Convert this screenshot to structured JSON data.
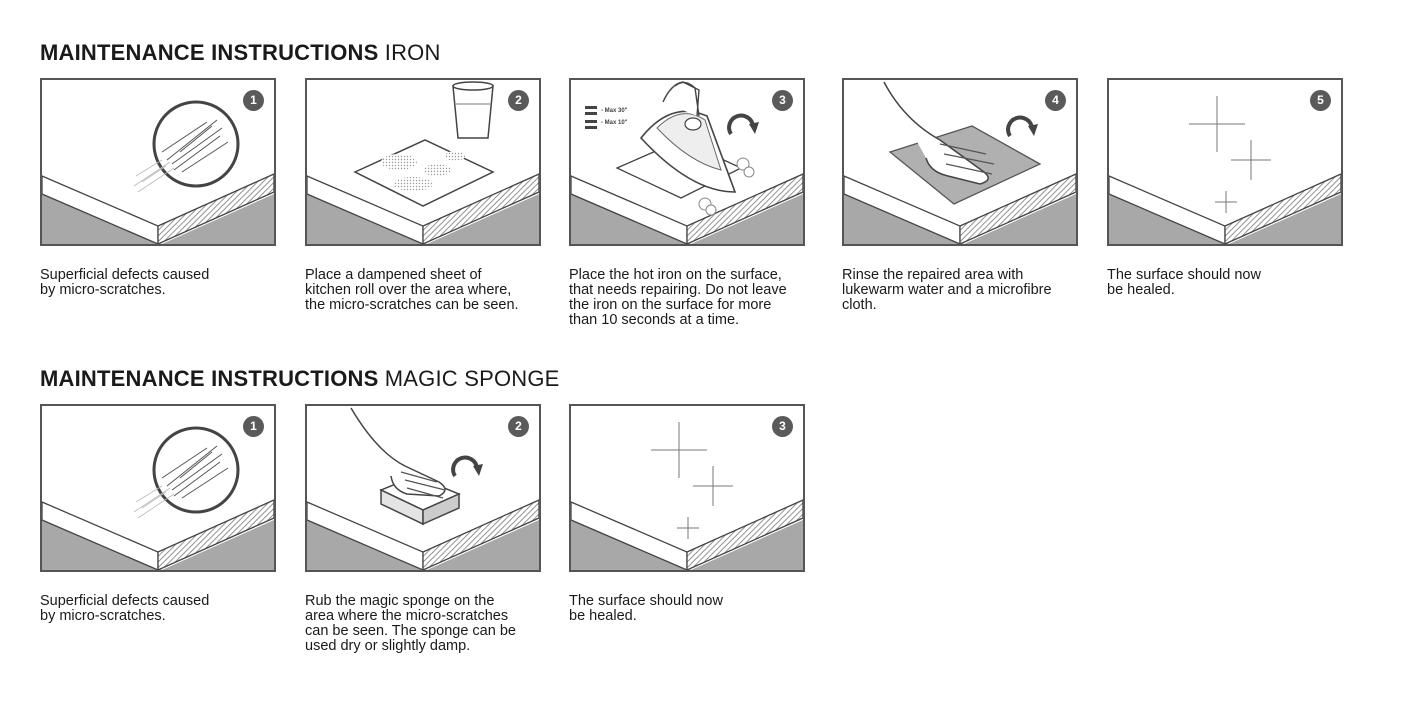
{
  "iron": {
    "title_bold": "MAINTENANCE INSTRUCTIONS",
    "title_rest": "IRON",
    "steps": [
      {
        "number": "1",
        "caption": "Superficial defects caused\nby micro-scratches."
      },
      {
        "number": "2",
        "caption": "Place a dampened sheet of\nkitchen roll over the area where,\nthe micro-scratches can be seen."
      },
      {
        "number": "3",
        "caption": "Place the hot iron on the surface,\nthat needs repairing. Do not leave\nthe iron on the surface for more\nthan 10 seconds at a time.",
        "label_1": "- Max 30\"",
        "label_2": "- Max 10\""
      },
      {
        "number": "4",
        "caption": "Rinse the repaired area with\nlukewarm water and a microfibre\ncloth."
      },
      {
        "number": "5",
        "caption": "The surface should now\nbe healed."
      }
    ]
  },
  "sponge": {
    "title_bold": "MAINTENANCE INSTRUCTIONS",
    "title_rest": "MAGIC SPONGE",
    "steps": [
      {
        "number": "1",
        "caption": "Superficial defects caused\nby micro-scratches."
      },
      {
        "number": "2",
        "caption": "Rub the magic sponge on the\narea where the micro-scratches\ncan be seen. The sponge can be\nused dry or slightly damp."
      },
      {
        "number": "3",
        "caption": "The surface should now\nbe healed."
      }
    ]
  },
  "colors": {
    "border": "#555555",
    "badge": "#5a5a5a",
    "slab_dark": "#a8a8a8",
    "text": "#1a1a1a"
  },
  "icons": [
    "scratch-magnifier-icon",
    "water-glass-icon",
    "iron-icon",
    "rotate-arrow-icon",
    "hand-icon",
    "sparkle-icon",
    "sponge-icon"
  ]
}
